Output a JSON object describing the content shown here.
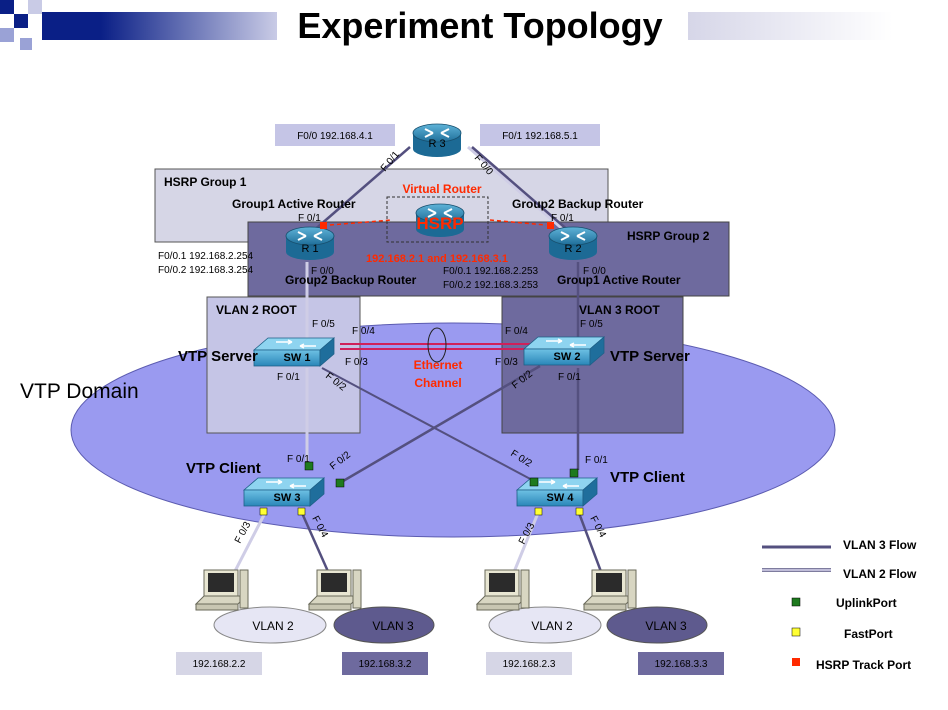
{
  "title": "Experiment  Topology",
  "routers": {
    "r3": {
      "name": "R 3",
      "f00": "F0/0 192.168.4.1",
      "f01": "F0/1 192.168.5.1",
      "port_left": "F 0/1",
      "port_right": "F 0/0"
    },
    "r1": {
      "name": "R 1",
      "port_top": "F 0/1",
      "port_bottom": "F 0/0",
      "sub1": "F0/0.1 192.168.2.254",
      "sub2": "F0/0.2 192.168.3.254"
    },
    "r2": {
      "name": "R 2",
      "port_top": "F 0/1",
      "port_bottom": "F 0/0",
      "sub1": "F0/0.1 192.168.2.253",
      "sub2": "F0/0.2 192.168.3.253"
    },
    "virtual": {
      "caption": "Virtual Router",
      "name": "HSRP",
      "ips": "192.168.2.1 and 192.168.3.1"
    }
  },
  "hsrp": {
    "group1": "HSRP Group 1",
    "group2": "HSRP Group 2",
    "g1_active": "Group1 Active Router",
    "g2_backup_top": "Group2 Backup Router",
    "g2_backup_bottom": "Group2 Backup Router",
    "g1_active_bottom": "Group1 Active Router"
  },
  "vlan_roots": {
    "vlan2": "VLAN 2 ROOT",
    "vlan3": "VLAN 3 ROOT"
  },
  "domain": {
    "label": "VTP Domain",
    "ether_1": "Ethernet",
    "ether_2": "Channel"
  },
  "switches": {
    "sw1": {
      "name": "SW 1",
      "role": "VTP Server",
      "p05": "F 0/5",
      "p04": "F 0/4",
      "p03": "F 0/3",
      "p01": "F 0/1",
      "p02": "F 0/2"
    },
    "sw2": {
      "name": "SW 2",
      "role": "VTP Server",
      "p05": "F 0/5",
      "p04": "F 0/4",
      "p03": "F 0/3",
      "p01": "F 0/1",
      "p02": "F 0/2"
    },
    "sw3": {
      "name": "SW 3",
      "role": "VTP Client",
      "p01": "F 0/1",
      "p02": "F 0/2",
      "p03": "F 0/3",
      "p04": "F 0/4"
    },
    "sw4": {
      "name": "SW 4",
      "role": "VTP Client",
      "p01": "F 0/1",
      "p02": "F 0/2",
      "p03": "F 0/3",
      "p04": "F 0/4"
    }
  },
  "hosts": [
    {
      "vlan": "VLAN 2",
      "ip": "192.168.2.2"
    },
    {
      "vlan": "VLAN 3",
      "ip": "192.168.3.2"
    },
    {
      "vlan": "VLAN 2",
      "ip": "192.168.2.3"
    },
    {
      "vlan": "VLAN 3",
      "ip": "192.168.3.3"
    }
  ],
  "legend": {
    "vlan3_flow": "VLAN 3 Flow",
    "vlan2_flow": "VLAN 2 Flow",
    "uplink": "UplinkPort",
    "fast": "FastPort",
    "track": "HSRP Track Port"
  },
  "colors": {
    "title_blue": "#0a1f86",
    "vlan3_link": "#54507f",
    "vlan2_link": "#cfcde6",
    "domain_fill": "#9a9af0",
    "hsrp_box": "#d6d6e6",
    "vlan3_box": "#6e6a9e",
    "uplink_port": "#1e7a1e",
    "fast_port": "#ffff33",
    "track_port": "#ff2a00",
    "etherchannel": "#d0205a"
  }
}
